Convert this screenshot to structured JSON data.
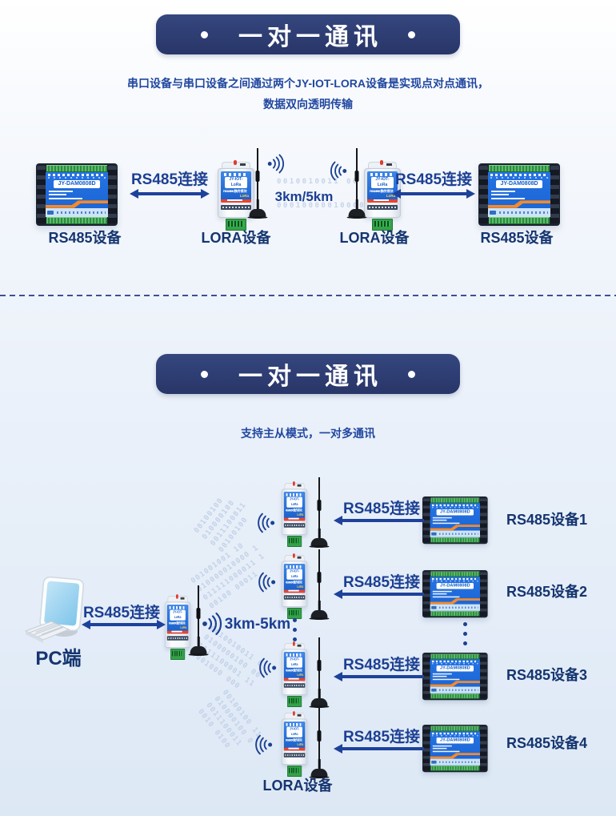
{
  "section1": {
    "title": "一对一通讯",
    "desc_line1": "串口设备与串口设备之间通过两个JY-IOT-LORA设备是实现点对点通讯，",
    "desc_line2": "数据双向透明传输",
    "link_left": "RS485连接",
    "link_right": "RS485连接",
    "distance": "3km/5km",
    "label_rs485_left": "RS485设备",
    "label_lora_left": "LORA设备",
    "label_lora_right": "LORA设备",
    "label_rs485_right": "RS485设备",
    "binary_line1": "0010010011 00",
    "binary_line2": "00010000010000"
  },
  "section2": {
    "title": "一对一通讯",
    "desc": "支持主从模式，一对多通讯",
    "pc_label": "PC端",
    "hub_link": "RS485连接",
    "distance": "3km-5km",
    "lora_label": "LORA设备",
    "rows": [
      {
        "link": "RS485连接",
        "device": "RS485设备1"
      },
      {
        "link": "RS485连接",
        "device": "RS485设备2"
      },
      {
        "link": "RS485连接",
        "device": "RS485设备3"
      },
      {
        "link": "RS485连接",
        "device": "RS485设备4"
      }
    ],
    "streams": {
      "s1": "00100100\n010000100\n0011100011\n00100100",
      "s2": "001001001 10\n010000010000 1\n011111000011 1\n00100 00011",
      "s3": "0010010011 0\n0100000100 00\n1111100001 11\n0001000 000",
      "s4": "00100100 11\n010000100 0\n0011100011\n0010 0100"
    }
  },
  "device": {
    "rs485_model": "JY-DAM0808D",
    "lora_model": "JY-IOT-LoRa",
    "lora_sub": "LORA数传模块",
    "lora_port": "RS485 Tx",
    "lora_brand": "LoRa"
  }
}
